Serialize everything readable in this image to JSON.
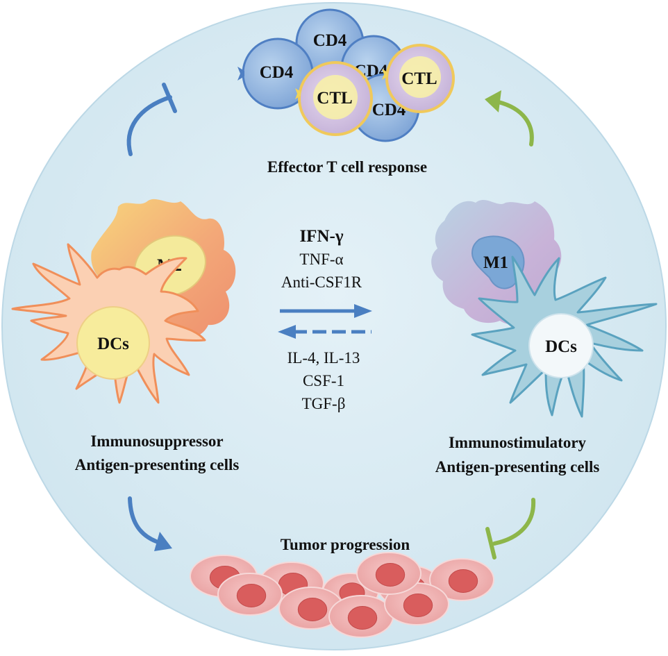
{
  "diagram": {
    "effector_label": "Effector T cell response",
    "tumor_label": "Tumor progression",
    "left": {
      "caption_line1": "Immunosuppressor",
      "caption_line2": "Antigen-presenting cells",
      "macrophage": "M2",
      "dendritic": "DCs"
    },
    "right": {
      "caption_line1": "Immunostimulatory",
      "caption_line2": "Antigen-presenting cells",
      "macrophage": "M1",
      "dendritic": "DCs"
    },
    "t_cells": {
      "cd4_1": "CD4",
      "cd4_2": "CD4",
      "cd4_3": "CD4",
      "cd4_4": "CD4",
      "ctl_1": "CTL",
      "ctl_2": "CTL"
    },
    "polarize_to_m1": [
      "IFN-γ",
      "TNF-α",
      "Anti-CSF1R"
    ],
    "polarize_to_m2": [
      "IL-4, IL-13",
      "CSF-1",
      "TGF-β"
    ]
  },
  "colors": {
    "background_circle": "#d3e8f1",
    "blue_arrow": "#4a7fc1",
    "green_arrow": "#8db64a",
    "m2_dc": "#f4a77d",
    "m1_dc": "#7fb6cc",
    "tumor_cell": "#e9a6a6"
  }
}
